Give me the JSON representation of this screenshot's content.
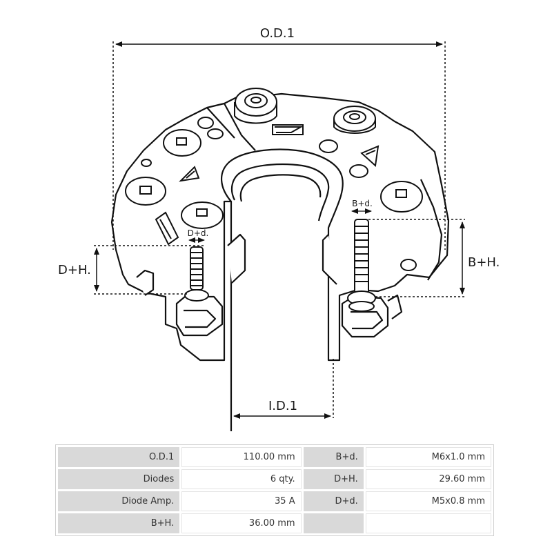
{
  "diagram": {
    "labels": {
      "od": "O.D.1",
      "id": "I.D.1",
      "dh": "D+H.",
      "bh": "B+H.",
      "bd": "B+d.",
      "dd": "D+d."
    }
  },
  "specs": [
    {
      "label1": "O.D.1",
      "value1": "110.00 mm",
      "label2": "B+d.",
      "value2": "M6x1.0 mm"
    },
    {
      "label1": "Diodes",
      "value1": "6 qty.",
      "label2": "D+H.",
      "value2": "29.60 mm"
    },
    {
      "label1": "Diode Amp.",
      "value1": "35 A",
      "label2": "D+d.",
      "value2": "M5x0.8 mm"
    },
    {
      "label1": "B+H.",
      "value1": "36.00 mm",
      "label2": "",
      "value2": ""
    }
  ]
}
